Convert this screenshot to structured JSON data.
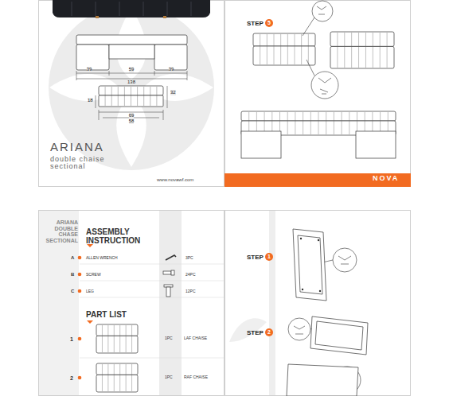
{
  "diagram": {
    "title": "ARIANA",
    "nodes": [
      {
        "text": [
          "STEP",
          "5"
        ]
      },
      {
        "text": [
          "STEP",
          "1"
        ]
      },
      {
        "text": [
          "STEP",
          "2"
        ]
      }
    ],
    "labels": [
      "39",
      "59",
      "39",
      "138",
      "32",
      "18",
      "69",
      "58",
      "double chaise sectional",
      "www.novawf.com",
      "NOVA",
      "ARIANA DOUBLE CHASE SECTIONAL",
      "ASSEMBLY INSTRUCTION",
      "A",
      "ALLEN WRENCH",
      "3PC",
      "B",
      "SCREW",
      "24PC",
      "C",
      "LEG",
      "12PC",
      "PART LIST",
      "1",
      "1PC",
      "LAF CHAISE",
      "2",
      "1PC",
      "RAF CHAISE"
    ]
  }
}
